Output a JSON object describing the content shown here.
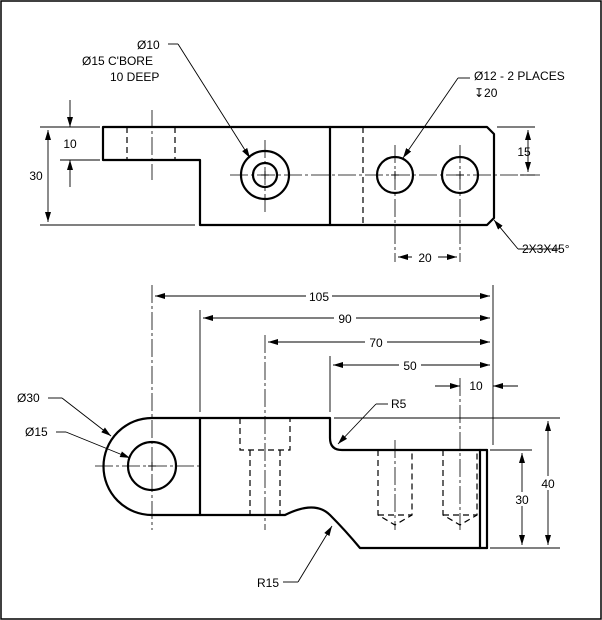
{
  "top_view": {
    "cbore_callout": [
      "Ø10",
      "Ø15 C'BORE",
      "10 DEEP"
    ],
    "holes_callout": [
      "Ø12 - 2 PLACES",
      "↧20"
    ],
    "chamfer_callout": "2X3X45°",
    "dims": {
      "overall_height": "30",
      "step_height": "10",
      "hole_offset": "15",
      "hole_spacing": "20"
    }
  },
  "front_view": {
    "dims": {
      "d105": "105",
      "d90": "90",
      "d70": "70",
      "d50": "50",
      "d10": "10",
      "d40": "40",
      "d30": "30"
    },
    "radius_labels": {
      "outer_dia": "Ø30",
      "hole_dia": "Ø15",
      "fillet_r5": "R5",
      "fillet_r15": "R15"
    }
  }
}
